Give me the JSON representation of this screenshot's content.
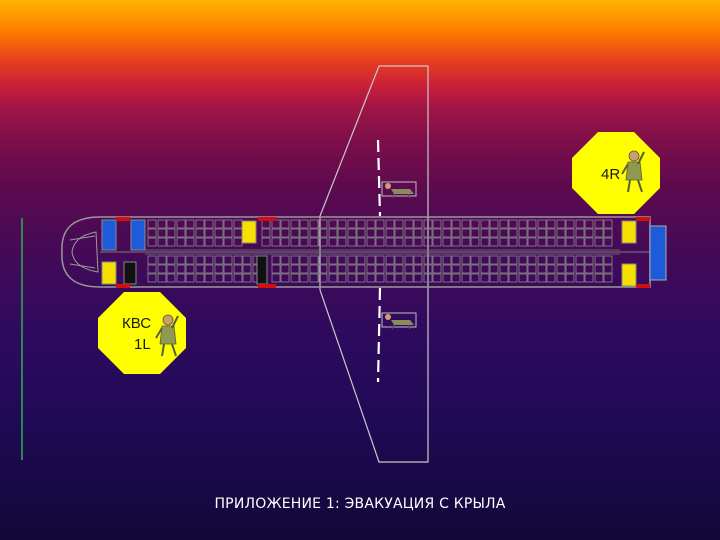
{
  "caption": "ПРИЛОЖЕНИЕ 1: ЭВАКУАЦИЯ С КРЫЛА",
  "exits": {
    "right_rear": {
      "label": "4R"
    },
    "left_front": {
      "label_line1": "КВС",
      "label_line2": "1L"
    }
  },
  "colors": {
    "exit_sign": "#ffff00",
    "seat_outline": "#8a8a8a",
    "seat_highlight": "#a8e000",
    "galley_yellow": "#f5e000",
    "lavatory_blue": "#1e5bd8",
    "door_red": "#d01010",
    "wing_outline": "#c8c8c8"
  }
}
